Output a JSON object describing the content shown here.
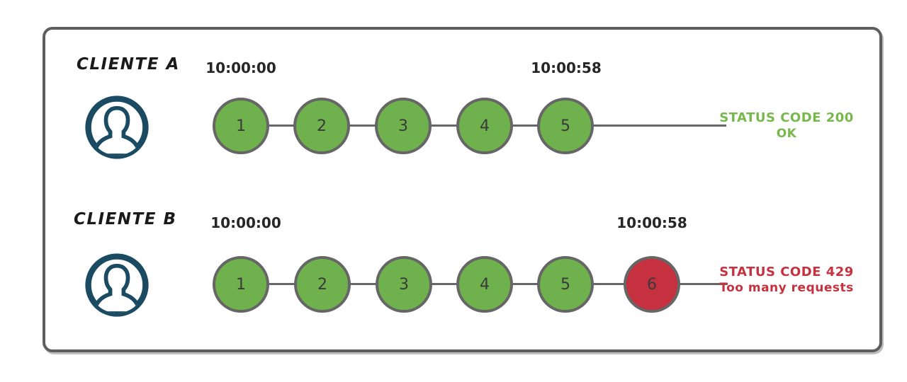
{
  "colors": {
    "frame-border": "#5e5e5e",
    "connector": "#666666",
    "circle-border": "#666666",
    "circle-green": "#6fb14c",
    "circle-red": "#c5313f",
    "avatar-navy": "#1b4a63",
    "timestamp-text": "#262626",
    "label-text": "#1a1a1a",
    "status-green": "#77b84d",
    "status-red": "#c5313f",
    "number-text": "#3a3a3a"
  },
  "rows": [
    {
      "client": "CLIENTE A",
      "start_time": "10:00:00",
      "end_time": "10:00:58",
      "requests": [
        {
          "n": "1",
          "result": "ok"
        },
        {
          "n": "2",
          "result": "ok"
        },
        {
          "n": "3",
          "result": "ok"
        },
        {
          "n": "4",
          "result": "ok"
        },
        {
          "n": "5",
          "result": "ok"
        }
      ],
      "status": {
        "line1": "STATUS CODE 200",
        "line2": "OK",
        "kind": "success"
      }
    },
    {
      "client": "CLIENTE B",
      "start_time": "10:00:00",
      "end_time": "10:00:58",
      "requests": [
        {
          "n": "1",
          "result": "ok"
        },
        {
          "n": "2",
          "result": "ok"
        },
        {
          "n": "3",
          "result": "ok"
        },
        {
          "n": "4",
          "result": "ok"
        },
        {
          "n": "5",
          "result": "ok"
        },
        {
          "n": "6",
          "result": "rate-limited"
        }
      ],
      "status": {
        "line1": "STATUS CODE 429",
        "line2": "Too many requests",
        "kind": "error"
      }
    }
  ]
}
